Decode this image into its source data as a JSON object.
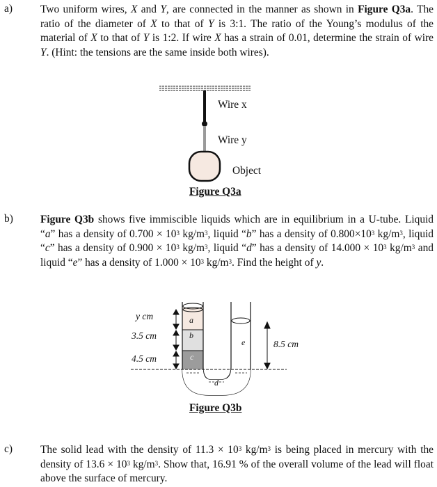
{
  "qa": {
    "label": "a)",
    "p1": "Two uniform wires, ",
    "x1": "X",
    "p2": " and ",
    "y1": "Y",
    "p3": ", are connected in the manner as shown in ",
    "fig_ref": "Figure Q3a",
    "p4": ". The ratio of the diameter of ",
    "x2": "X",
    "p5": " to that of ",
    "y2": "Y",
    "p6": " is 3:1. The ratio of the Young’s modulus of the material of ",
    "x3": "X",
    "p7": " to that of ",
    "y3": "Y",
    "p8": " is 1:2. If wire ",
    "x4": "X",
    "p9": " has a strain of 0.01, determine the strain of wire ",
    "y4": "Y",
    "p10": ". (Hint: the tensions are the same inside both wires)."
  },
  "fig_a": {
    "wire_x": "Wire x",
    "wire_y": "Wire y",
    "object": "Object",
    "caption": "Figure Q3a",
    "colors": {
      "wire_x": "#111111",
      "wire_y": "#9a9a9a",
      "object_fill": "#f6e9e1"
    }
  },
  "qb": {
    "label": "b)",
    "fig_ref": "Figure Q3b",
    "t1": " shows five immiscible liquids which are in equilibrium in a U-tube. Liquid “",
    "a": "a",
    "t2": "” has a density of 0.700 × 10",
    "e1": "3",
    "t3": " kg/m",
    "m1": "3",
    "t4": ", liquid “",
    "b": "b",
    "t5": "” has a density of 0.800×10",
    "e2": "3",
    "t6": " kg/m",
    "m2": "3",
    "t7": ", liquid “",
    "c": "c",
    "t8": "” has a density of 0.900 × 10",
    "e3": "3",
    "t9": " kg/m",
    "m3": "3",
    "t10": ", liquid “",
    "d": "d",
    "t11": "” has a density of 14.000 × 10",
    "e4": "3",
    "t12": " kg/m",
    "m4": "3",
    "t13": " and liquid “",
    "e": "e",
    "t14": "” has a density of 1.000 × 10",
    "e5": "3",
    "t15": " kg/m",
    "m5": "3",
    "t16": ". Find the height of ",
    "y": "y",
    "t17": "."
  },
  "fig_b": {
    "y_cm": "y cm",
    "h35": "3.5 cm",
    "h45": "4.5 cm",
    "h85": "8.5 cm",
    "liq_a": "a",
    "liq_b": "b",
    "liq_c": "c",
    "liq_d": "d",
    "liq_e": "e",
    "caption": "Figure Q3b",
    "colors": {
      "a": "#f6e9e1",
      "b": "#e0e0e0",
      "c": "#9c9c9c"
    }
  },
  "qc": {
    "label": "c)",
    "s1": "The solid lead with the density of 11.3 × 10",
    "e1": "3",
    "s2": " kg/m",
    "m1": "3",
    "s3": " is being placed in mercury with the density of 13.6 × 10",
    "e2": "3",
    "s4": " kg/m",
    "m2": "3",
    "s5": ". Show that, 16.91 % of the overall volume of the lead will float above the surface of mercury."
  }
}
